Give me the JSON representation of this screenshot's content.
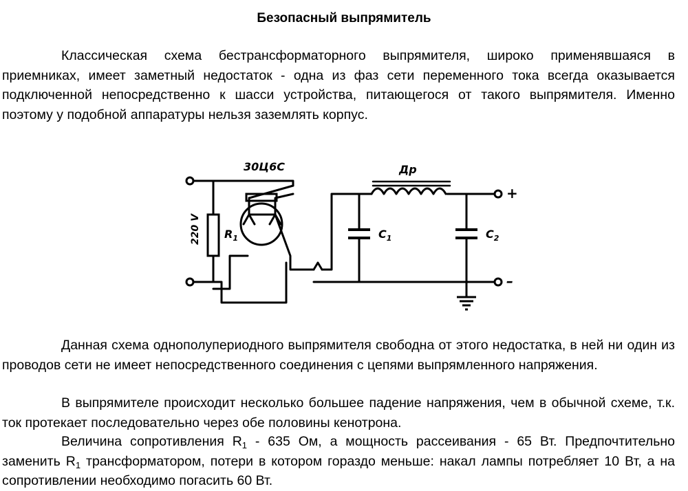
{
  "title": "Безопасный выпрямитель",
  "paragraphs": {
    "p1": "Классическая схема бестрансформаторного выпрямителя, широко применявшаяся в приемниках, имеет заметный недостаток - одна из фаз сети переменного тока всегда оказывается подключенной непосредственно к шасси устройства, питающегося от такого выпрямителя. Именно поэтому у подобной аппаратуры нельзя заземлять корпус.",
    "p2": "Данная схема однополупериодного выпрямителя свободна от этого недостатка, в ней ни один из проводов сети не имеет непосредственного соединения с цепями выпрямленного напряжения.",
    "p3": "В выпрямителе происходит несколько большее падение напряжения, чем в обычной схеме, т.к. ток протекает последовательно через обе половины кенотрона.",
    "p4_a": "Величина сопротивления R",
    "p4_sub1": "1",
    "p4_b": " - 635 Ом, а мощность рассеивания - 65 Вт. Предпочтительно заменить R",
    "p4_sub2": "1",
    "p4_c": " трансформатором, потери в котором гораздо меньше: накал лампы потребляет 10 Вт, а на сопротивлении необходимо погасить 60 Вт."
  },
  "schematic": {
    "tube_label": "30Ц6С",
    "choke_label": "Др",
    "voltage_label": "220 V",
    "resistor_label": "R",
    "resistor_sub": "1",
    "cap1_label": "C",
    "cap1_sub": "1",
    "cap2_label": "C",
    "cap2_sub": "2",
    "plus_label": "+",
    "minus_label": "–"
  }
}
